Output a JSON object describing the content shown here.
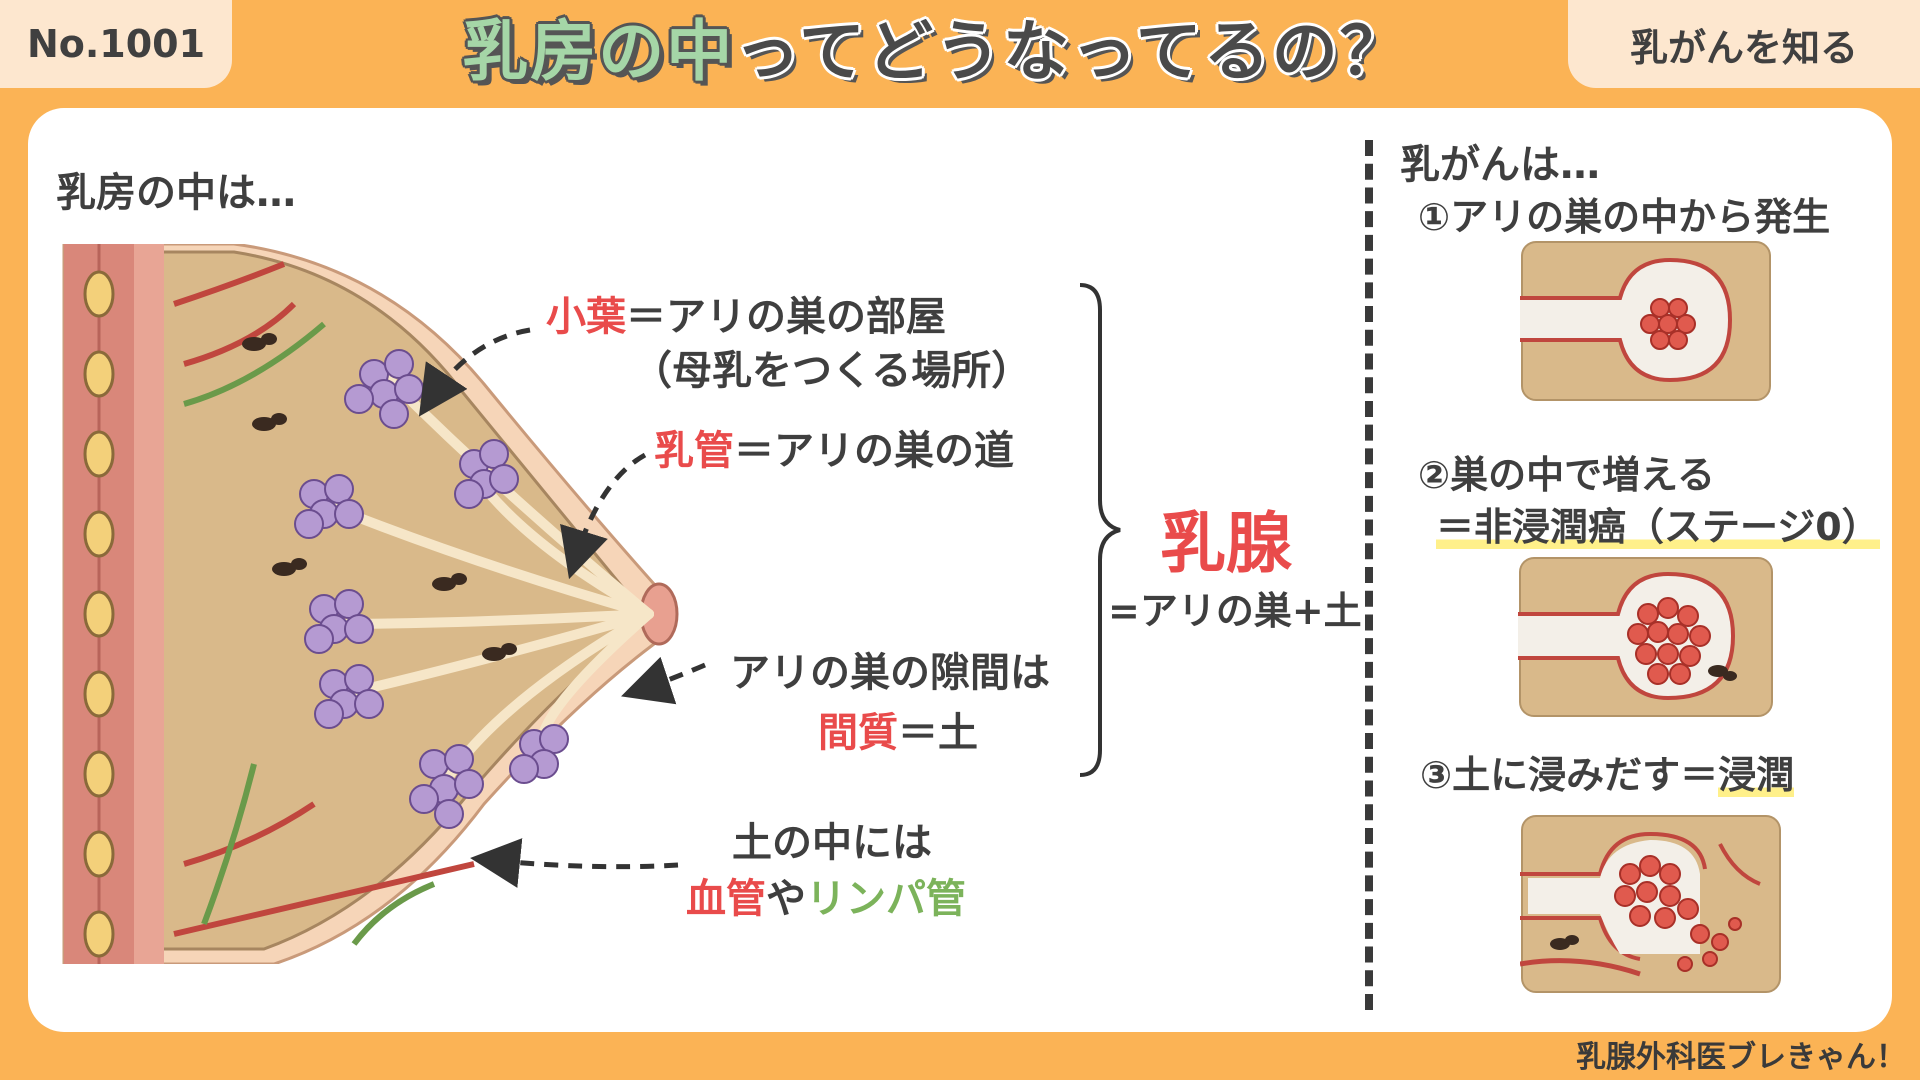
{
  "header": {
    "number": "No.1001",
    "title_green": "乳房の中",
    "title_rest": "ってどうなってるの？",
    "category": "乳がんを知る"
  },
  "left": {
    "section_label": "乳房の中は…",
    "lobule": {
      "term": "小葉",
      "desc": "＝アリの巣の部屋",
      "note": "（母乳をつくる場所）"
    },
    "duct": {
      "term": "乳管",
      "desc": "＝アリの巣の道"
    },
    "stroma": {
      "line1": "アリの巣の隙間は",
      "term": "間質",
      "desc": "＝土"
    },
    "vessels": {
      "line1": "土の中には",
      "blood": "血管",
      "ya": "や",
      "lymph": "リンパ管"
    },
    "gland": {
      "title": "乳腺",
      "sub": "=アリの巣+土"
    }
  },
  "right": {
    "section_label": "乳がんは…",
    "step1": "①アリの巣の中から発生",
    "step2_line1": "②巣の中で増える",
    "step2_line2": "＝非浸潤癌（ステージ0）",
    "step3_prefix": "③土に浸みだす＝",
    "step3_term": "浸潤"
  },
  "footer": "乳腺外科医ブレきゃん！",
  "colors": {
    "background": "#fbb355",
    "panel": "#ffffff",
    "tab": "#fde7cf",
    "accent_red": "#e94b4b",
    "accent_green": "#7cb35b",
    "highlight": "#fff08a"
  }
}
